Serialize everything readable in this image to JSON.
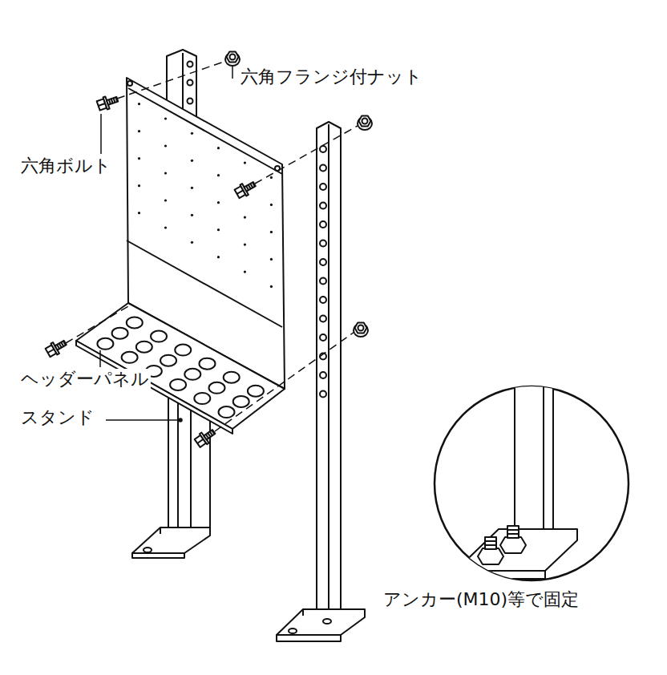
{
  "diagram": {
    "labels": [
      "六角フランジ付ナット",
      "六角ボルト",
      "ヘッダーパネル",
      "スタンド",
      "アンカー(M10)等で固定"
    ]
  }
}
